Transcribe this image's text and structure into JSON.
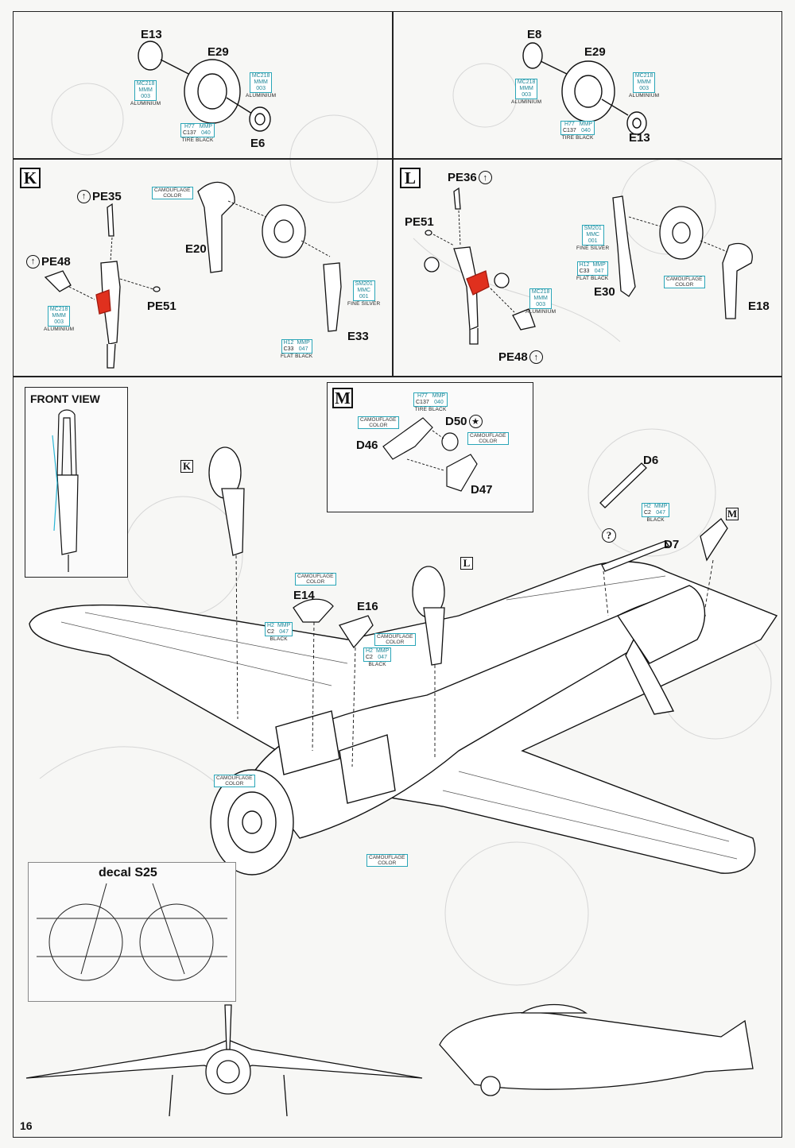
{
  "page_number": "16",
  "top_left": {
    "parts": [
      "E13",
      "E29",
      "E6"
    ],
    "colors": [
      {
        "codes": [
          "MC218"
        ],
        "grid": [
          "MMM",
          "003"
        ],
        "name": "ALUMINIUM"
      },
      {
        "codes": [
          "MC218"
        ],
        "grid": [
          "MMM",
          "003"
        ],
        "name": "ALUMINIUM"
      },
      {
        "codes": [
          "H77",
          "MMP",
          "C137",
          "040"
        ],
        "name": "TIRE BLACK"
      }
    ]
  },
  "top_right": {
    "parts": [
      "E8",
      "E29",
      "E13"
    ],
    "colors": [
      {
        "codes": [
          "MC218"
        ],
        "grid": [
          "MMM",
          "003"
        ],
        "name": "ALUMINIUM"
      },
      {
        "codes": [
          "MC218"
        ],
        "grid": [
          "MMM",
          "003"
        ],
        "name": "ALUMINIUM"
      },
      {
        "codes": [
          "H77",
          "MMP",
          "C137",
          "040"
        ],
        "name": "TIRE BLACK"
      }
    ]
  },
  "step_k": {
    "letter": "K",
    "parts": [
      "PE35",
      "PE48",
      "E20",
      "PE51",
      "E33"
    ],
    "camo": [
      "CAMOUFLAGE",
      "COLOR"
    ],
    "aluminium": {
      "code": "MC218",
      "grid": [
        "MMM",
        "003"
      ],
      "name": "ALUMINIUM"
    },
    "silver": {
      "code": "SM201",
      "grid": [
        "MMC",
        "001"
      ],
      "name": "FINE SILVER"
    },
    "black": {
      "codes": [
        "H12",
        "MMP",
        "C33",
        "047"
      ],
      "name": "FLAT BLACK"
    }
  },
  "step_l": {
    "letter": "L",
    "parts": [
      "PE36",
      "PE51",
      "E30",
      "E18",
      "PE48"
    ],
    "camo": [
      "CAMOUFLAGE",
      "COLOR"
    ],
    "aluminium": {
      "code": "MC218",
      "grid": [
        "MMM",
        "003"
      ],
      "name": "ALUMINIUM"
    },
    "silver": {
      "code": "SM201",
      "grid": [
        "MMC",
        "001"
      ],
      "name": "FINE SILVER"
    },
    "black": {
      "codes": [
        "H12",
        "MMP",
        "C33",
        "047"
      ],
      "name": "FLAT BLACK"
    }
  },
  "front_view": {
    "title": "FRONT VIEW"
  },
  "step_m": {
    "letter": "M",
    "parts": [
      "D50",
      "D46",
      "D47"
    ],
    "camo": [
      "CAMOUFLAGE",
      "COLOR"
    ],
    "tire": {
      "codes": [
        "H77",
        "MMP",
        "C137",
        "040"
      ],
      "name": "TIRE BLACK"
    }
  },
  "main": {
    "refs": [
      "K",
      "L",
      "M"
    ],
    "parts": [
      "D6",
      "D7",
      "E14",
      "E16"
    ],
    "query": "?",
    "camo": [
      "CAMOUFLAGE",
      "COLOR"
    ],
    "black": {
      "codes": [
        "H2",
        "MMP",
        "C2",
        "047"
      ],
      "name": "BLACK"
    }
  },
  "decal": {
    "label": "decal S25"
  }
}
